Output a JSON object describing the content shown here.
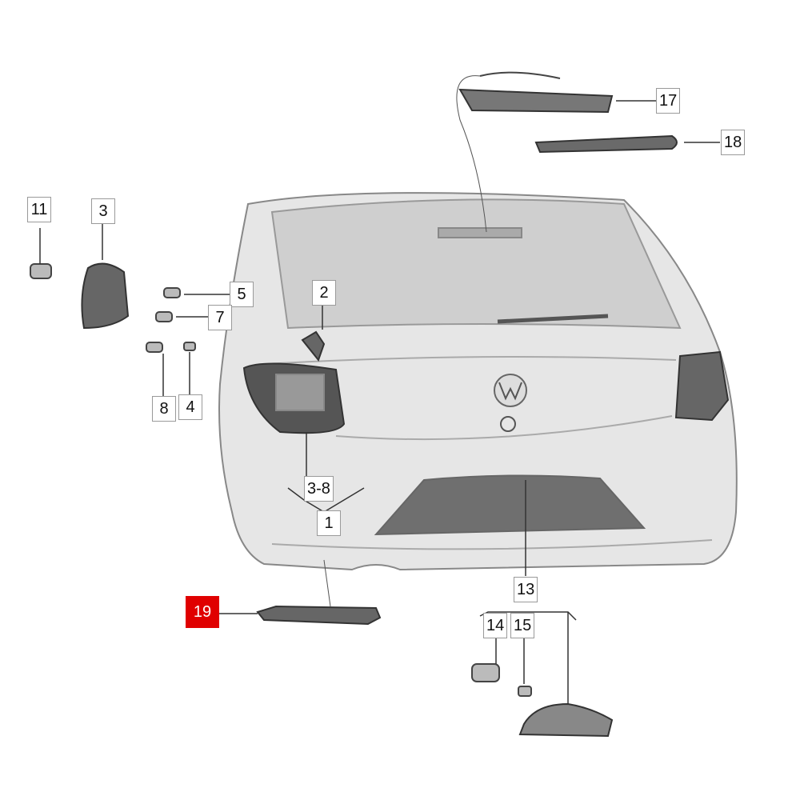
{
  "diagram": {
    "callouts": [
      {
        "id": "11",
        "label": "11"
      },
      {
        "id": "3",
        "label": "3"
      },
      {
        "id": "5",
        "label": "5"
      },
      {
        "id": "7",
        "label": "7"
      },
      {
        "id": "8",
        "label": "8"
      },
      {
        "id": "4",
        "label": "4"
      },
      {
        "id": "2",
        "label": "2"
      },
      {
        "id": "3-8",
        "label": "3-8"
      },
      {
        "id": "1",
        "label": "1"
      },
      {
        "id": "17",
        "label": "17"
      },
      {
        "id": "18",
        "label": "18"
      },
      {
        "id": "13",
        "label": "13"
      },
      {
        "id": "14",
        "label": "14"
      },
      {
        "id": "15",
        "label": "15"
      },
      {
        "id": "19",
        "label": "19"
      }
    ],
    "highlighted": "19",
    "highlight_color": "#e00000"
  }
}
